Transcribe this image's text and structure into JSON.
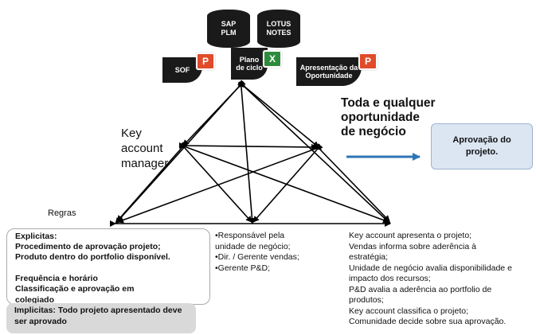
{
  "top_systems": {
    "sap": "SAP PLM",
    "lotus": "LOTUS NOTES"
  },
  "documents": {
    "sof": "SOF",
    "plano": "Plano de ciclo",
    "apresentacao": "Apresentação da Oportunidade"
  },
  "key_account_label": "Key account manager",
  "flow_text": "Toda e qualquer oportunidade de negócio",
  "approval_box": "Aprovação do projeto.",
  "regras_label": "Regras",
  "rules_box": {
    "lines": [
      "Explicitas:",
      "Procedimento de aprovação projeto;",
      "Produto dentro do portfolio disponível.",
      "Frequência e horário",
      "Classificação e aprovação em colegiado"
    ]
  },
  "implicit_box": "Implicitas: Todo projeto apresentado deve ser aprovado",
  "roles": [
    "•Responsável pela unidade de negócio;",
    "•Dir. / Gerente vendas;",
    "•Gerente P&D;"
  ],
  "process_steps": [
    "Key account apresenta o projeto;",
    "Vendas informa sobre aderência à estratégia;",
    "Unidade de negócio avalia disponibilidade e impacto dos recursos;",
    "P&D avalia a aderência ao portfolio de produtos;",
    "Key account classifica o projeto;",
    "Comunidade decide sobre sua aprovação."
  ],
  "colors": {
    "arrow_blue": "#2e75b6",
    "approval_fill": "#dce6f2",
    "implicit_fill": "#d9d9d9"
  }
}
